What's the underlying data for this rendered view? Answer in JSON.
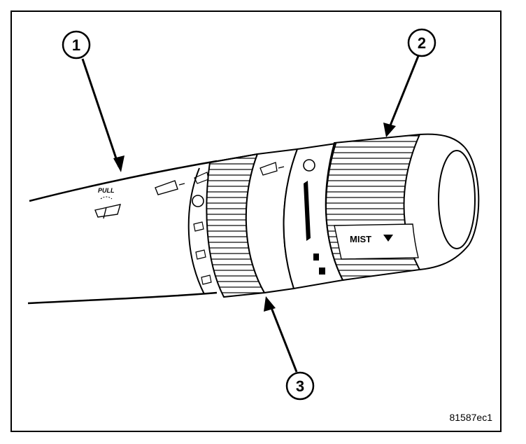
{
  "figure": {
    "id": "81587ec1"
  },
  "callouts": [
    {
      "number": "1"
    },
    {
      "number": "2"
    },
    {
      "number": "3"
    }
  ],
  "labels": {
    "pull": "PULL",
    "mist": "MIST"
  },
  "icons": {
    "arrow": "arrow-icon",
    "wiper": "windshield-wiper-icon",
    "washer": "washer-spray-icon"
  }
}
